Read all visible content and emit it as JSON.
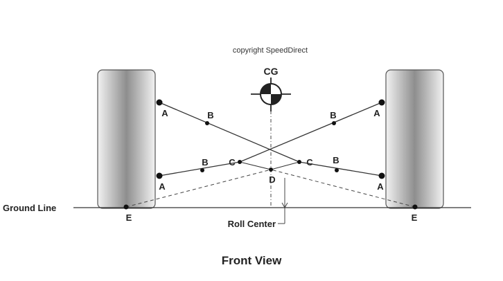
{
  "copyright": "copyright SpeedDirect",
  "title": "Front View",
  "labels": {
    "cg": "CG",
    "ground_line": "Ground Line",
    "roll_center": "Roll Center",
    "a": "A",
    "b": "B",
    "c": "C",
    "d": "D",
    "e": "E"
  },
  "colors": {
    "line": "#333333",
    "tire_light": "#f0f0f0",
    "tire_dark": "#8a8a8a",
    "tire_outline": "#555555"
  }
}
